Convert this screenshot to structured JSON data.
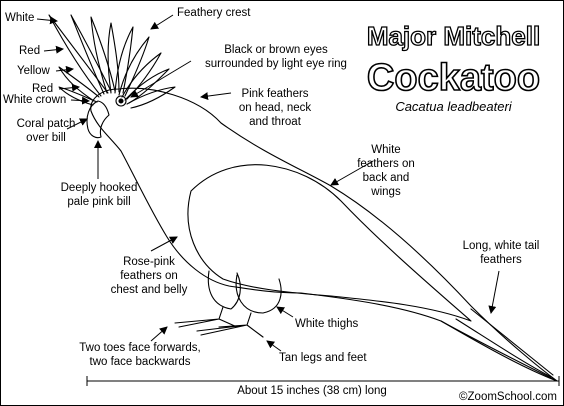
{
  "title": {
    "line1": "Major Mitchell",
    "line2": "Cockatoo",
    "scientific_name": "Cacatua leadbeateri"
  },
  "labels": {
    "white": "White",
    "red_top": "Red",
    "yellow": "Yellow",
    "red_bottom": "Red",
    "white_crown": "White crown",
    "coral_patch": [
      "Coral patch",
      "over bill"
    ],
    "feathery_crest": "Feathery crest",
    "eyes": [
      "Black or brown eyes",
      "surrounded by light eye ring"
    ],
    "pink_head": [
      "Pink feathers",
      "on head, neck",
      "and throat"
    ],
    "white_back": [
      "White",
      "feathers on",
      "back and",
      "wings"
    ],
    "bill": [
      "Deeply hooked",
      "pale pink bill"
    ],
    "chest": [
      "Rose-pink",
      "feathers on",
      "chest and belly"
    ],
    "tail": [
      "Long, white tail",
      "feathers"
    ],
    "thighs": "White thighs",
    "toes": [
      "Two toes face forwards,",
      "two face backwards"
    ],
    "legs": "Tan legs and feet"
  },
  "length_note": "About 15 inches (38 cm) long",
  "credit": "©ZoomSchool.com"
}
